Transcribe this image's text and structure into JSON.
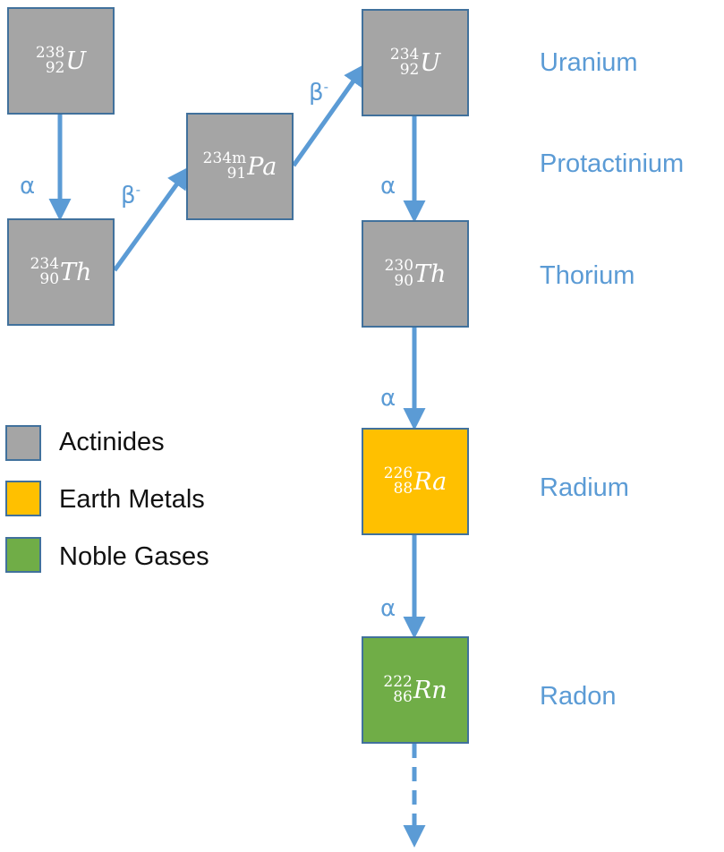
{
  "colors": {
    "actinide": "#a5a5a5",
    "earth_metal": "#ffc000",
    "noble_gas": "#70ad47",
    "arrow": "#5b9bd5",
    "border": "#41719c"
  },
  "nuclides": [
    {
      "mass": "238",
      "atomic": "92",
      "symbol": "U",
      "group": "actinide"
    },
    {
      "mass": "234",
      "atomic": "90",
      "symbol": "Th",
      "group": "actinide"
    },
    {
      "mass": "234m",
      "atomic": "91",
      "symbol": "Pa",
      "group": "actinide"
    },
    {
      "mass": "234",
      "atomic": "92",
      "symbol": "U",
      "group": "actinide"
    },
    {
      "mass": "230",
      "atomic": "90",
      "symbol": "Th",
      "group": "actinide"
    },
    {
      "mass": "226",
      "atomic": "88",
      "symbol": "Ra",
      "group": "earth_metal"
    },
    {
      "mass": "222",
      "atomic": "86",
      "symbol": "Rn",
      "group": "noble_gas"
    }
  ],
  "decays": [
    {
      "label": "α"
    },
    {
      "label": "β",
      "sup": "-"
    },
    {
      "label": "β",
      "sup": "-"
    },
    {
      "label": "α"
    },
    {
      "label": "α"
    },
    {
      "label": "α"
    }
  ],
  "element_names": [
    "Uranium",
    "Protactinium",
    "Thorium",
    "Radium",
    "Radon"
  ],
  "legend": [
    {
      "label": "Actinides",
      "color_key": "actinide"
    },
    {
      "label": "Earth Metals",
      "color_key": "earth_metal"
    },
    {
      "label": "Noble Gases",
      "color_key": "noble_gas"
    }
  ]
}
